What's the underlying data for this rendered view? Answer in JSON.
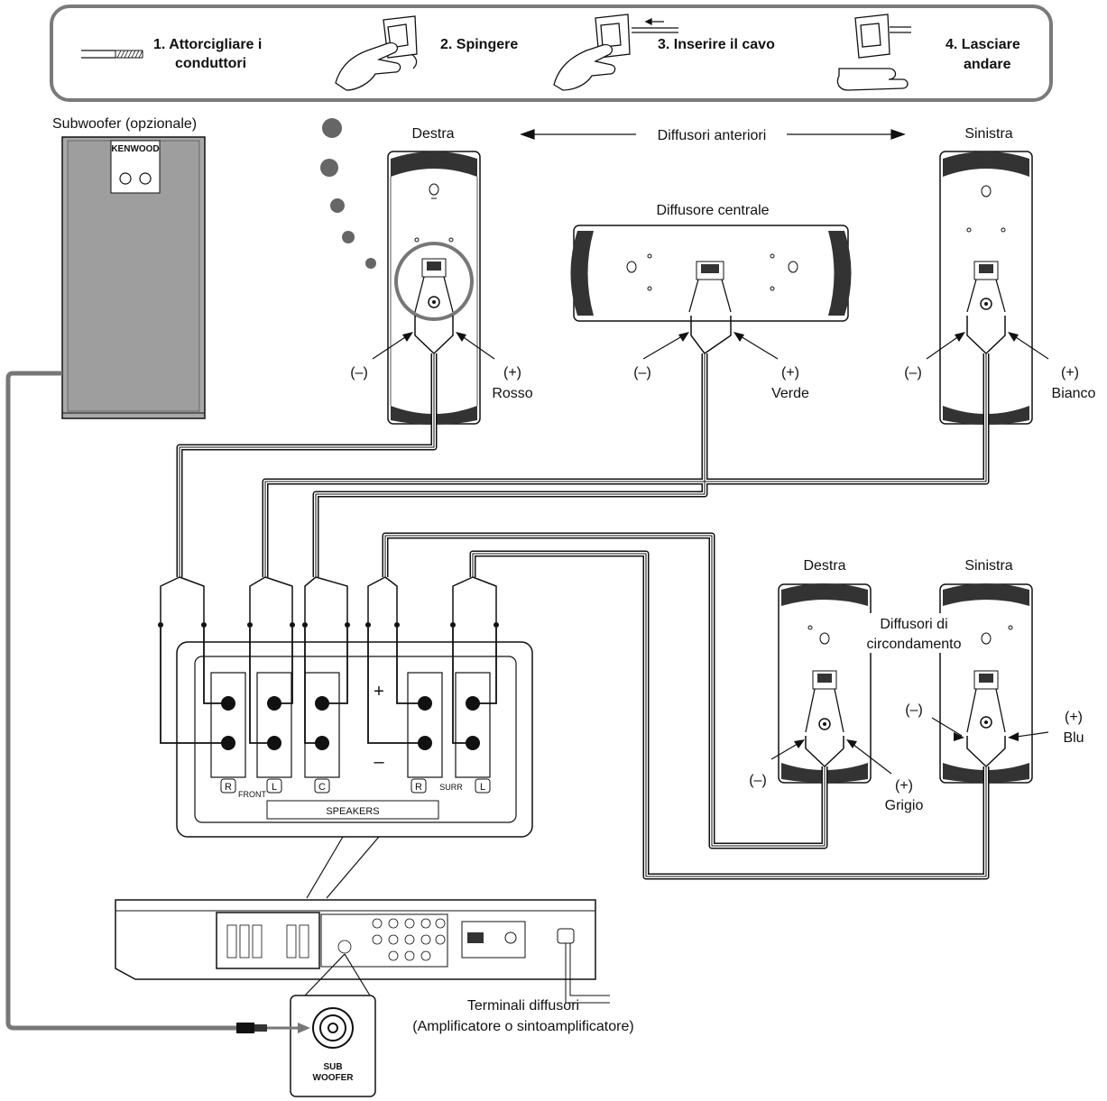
{
  "steps": {
    "s1_line1": "1. Attorcigliare i",
    "s1_line2": "conduttori",
    "s2": "2. Spingere",
    "s3": "3. Inserire il cavo",
    "s4_line1": "4. Lasciare",
    "s4_line2": "andare"
  },
  "subwoofer": {
    "label": "Subwoofer (opzionale)",
    "brand": "KENWOOD",
    "jack_line1": "SUB",
    "jack_line2": "WOOFER"
  },
  "front": {
    "title": "Diffusori anteriori",
    "right": "Destra",
    "left": "Sinistra",
    "center": "Diffusore centrale"
  },
  "polarity": {
    "minus": "(–)",
    "plus": "(+)",
    "right_color": "Rosso",
    "center_color": "Verde",
    "left_color": "Bianco",
    "surr_right_color": "Grigio",
    "surr_left_color": "Blu"
  },
  "surround": {
    "right": "Destra",
    "left": "Sinistra",
    "title_line1": "Diffusori di",
    "title_line2": "circondamento"
  },
  "panel": {
    "r1": "R",
    "front": "FRONT",
    "l1": "L",
    "c": "C",
    "r2": "R",
    "surr": "SURR",
    "l2": "L",
    "speakers": "SPEAKERS",
    "plus": "+",
    "minus": "–"
  },
  "terminals": {
    "line1": "Terminali diffusori",
    "line2": "(Amplificatore o sintoamplificatore)"
  }
}
